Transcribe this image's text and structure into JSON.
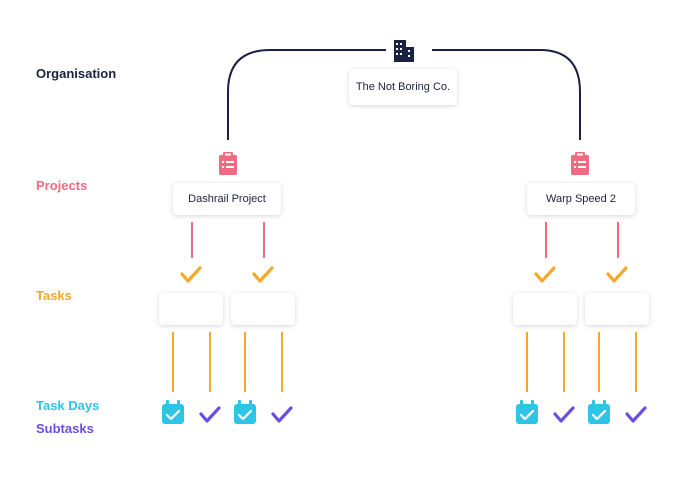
{
  "levels": {
    "organisation": "Organisation",
    "projects": "Projects",
    "tasks": "Tasks",
    "task_days": "Task Days",
    "subtasks": "Subtasks"
  },
  "organisation": {
    "name": "The Not Boring Co.",
    "icon": "building-icon"
  },
  "projects": [
    {
      "name": "Dashrail Project",
      "icon": "clipboard-icon"
    },
    {
      "name": "Warp Speed 2",
      "icon": "clipboard-icon"
    }
  ],
  "colors": {
    "organisation": "#1b2142",
    "projects": "#f06b7f",
    "tasks": "#f4a82a",
    "task_days": "#2ec4e6",
    "subtasks": "#6a4ee0"
  }
}
